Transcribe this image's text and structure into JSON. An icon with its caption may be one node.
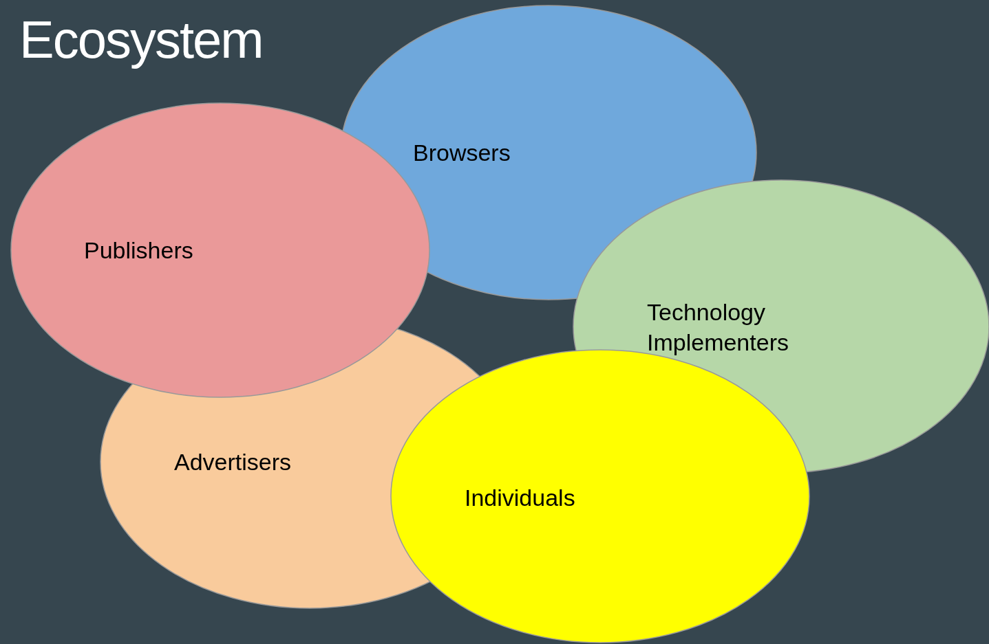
{
  "diagram": {
    "title": "Ecosystem",
    "nodes": [
      {
        "text": [
          "Browsers"
        ]
      },
      {
        "text": [
          "Publishers"
        ]
      },
      {
        "text": [
          "Technology Implementers"
        ]
      },
      {
        "text": [
          "Advertisers"
        ]
      },
      {
        "text": [
          "Individuals"
        ]
      }
    ]
  }
}
